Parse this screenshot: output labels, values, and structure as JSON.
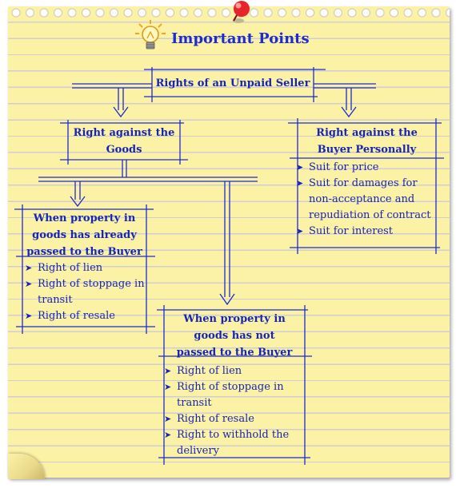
{
  "title": "Important Points",
  "icons": {
    "bulb": "light-bulb-icon",
    "pin": "push-pin-icon",
    "bullet": "arrowhead-bullet-icon"
  },
  "colors": {
    "ink": "#1d2bd0",
    "paper": "#fcf2a6",
    "pin": "#e8232a"
  },
  "root": {
    "label": "Rights of an Unpaid Seller"
  },
  "goods": {
    "label_line1": "Right against the",
    "label_line2": "Goods"
  },
  "buyer": {
    "label_line1": "Right against the",
    "label_line2": "Buyer Personally",
    "items": [
      "Suit for price",
      "Suit for damages for",
      "non-acceptance and",
      "repudiation of contract",
      "Suit for interest"
    ]
  },
  "passed": {
    "label_line1": "When property in",
    "label_line2": "goods has already",
    "label_line3": "passed to the Buyer",
    "items": [
      "Right of lien",
      "Right of stoppage in",
      "transit",
      "Right of resale"
    ]
  },
  "not_passed": {
    "label_line1": "When property in",
    "label_line2": "goods has not",
    "label_line3": "passed to the Buyer",
    "items": [
      "Right of lien",
      "Right of stoppage in",
      "transit",
      "Right of resale",
      "Right to withhold the",
      "delivery"
    ]
  }
}
